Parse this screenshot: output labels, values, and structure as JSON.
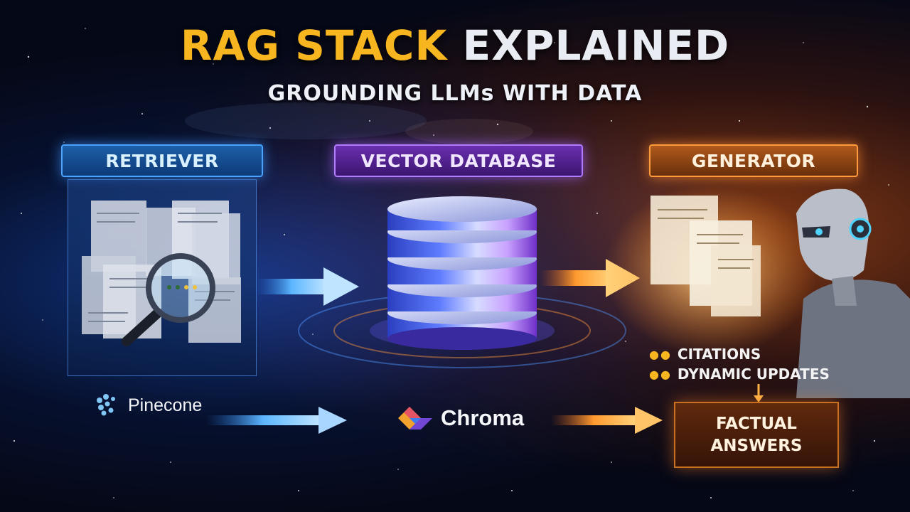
{
  "header": {
    "title_part1": "RAG STACK",
    "title_part2": "EXPLAINED",
    "subtitle": "GROUNDING LLMs WITH DATA"
  },
  "stages": {
    "retriever": "RETRIEVER",
    "vector_database": "VECTOR DATABASE",
    "generator": "GENERATOR"
  },
  "logos": {
    "pinecone": "Pinecone",
    "chroma": "Chroma"
  },
  "features": [
    "CITATIONS",
    "DYNAMIC UPDATES"
  ],
  "output": "FACTUAL\nANSWERS",
  "colors": {
    "title_gold": "#f7b51f",
    "retriever_blue": "#4aa3ff",
    "vector_purple": "#b27cff",
    "generator_orange": "#ff9a3d"
  },
  "icons": [
    "magnifier-icon",
    "document-icon",
    "database-icon",
    "robot-icon",
    "arrow-right-icon",
    "pinecone-logo-icon",
    "chroma-logo-icon"
  ]
}
